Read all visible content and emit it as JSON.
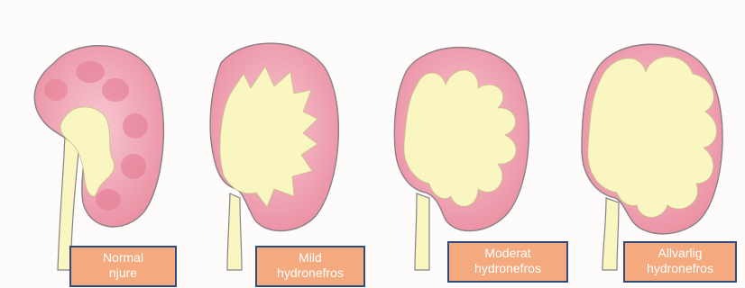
{
  "colors": {
    "label_fill": "#f4a97f",
    "label_border": "#2f4b7c",
    "cortex": "#ea8fa2",
    "pelvis": "#faf6c2",
    "outline": "#8a7f86"
  },
  "labels": [
    {
      "line1": "Normal",
      "line2": "njure"
    },
    {
      "line1": "Mild",
      "line2": "hydronefros"
    },
    {
      "line1": "Moderat",
      "line2": "hydronefros"
    },
    {
      "line1": "Allvarlig",
      "line2": "hydronefros"
    }
  ]
}
